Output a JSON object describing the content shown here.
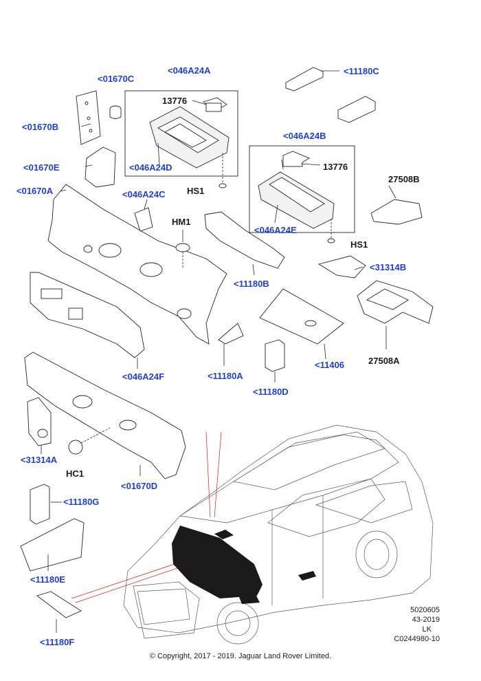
{
  "callouts": {
    "c01670C": "<01670C",
    "c046A24A": "<046A24A",
    "c11180C": "<11180C",
    "c13776_a": "13776",
    "c01670B": "<01670B",
    "c046A24B": "<046A24B",
    "c046A24D": "<046A24D",
    "c13776_b": "13776",
    "c01670E": "<01670E",
    "c27508B": "27508B",
    "c01670A": "<01670A",
    "cHS1_a": "HS1",
    "c046A24C": "<046A24C",
    "cHM1": "HM1",
    "c046A24E": "<046A24E",
    "cHS1_b": "HS1",
    "c31314B": "<31314B",
    "c11180B": "<11180B",
    "c046A24F": "<046A24F",
    "c11180A": "<11180A",
    "c11406": "<11406",
    "c27508A": "27508A",
    "c11180D": "<11180D",
    "c31314A": "<31314A",
    "cHC1": "HC1",
    "c01670D": "<01670D",
    "c11180G": "<11180G",
    "c11180E": "<11180E",
    "c11180F": "<11180F"
  },
  "meta": {
    "line1": "5020605",
    "line2": "43-2019",
    "line3": "LK",
    "line4": "C0244980-10"
  },
  "copyright": "© Copyright, 2017 - 2019. Jaguar Land Rover Limited.",
  "colors": {
    "callout": "#1f3fd0",
    "ink": "#1a1a1a",
    "highlight_line": "#d21a1a"
  }
}
